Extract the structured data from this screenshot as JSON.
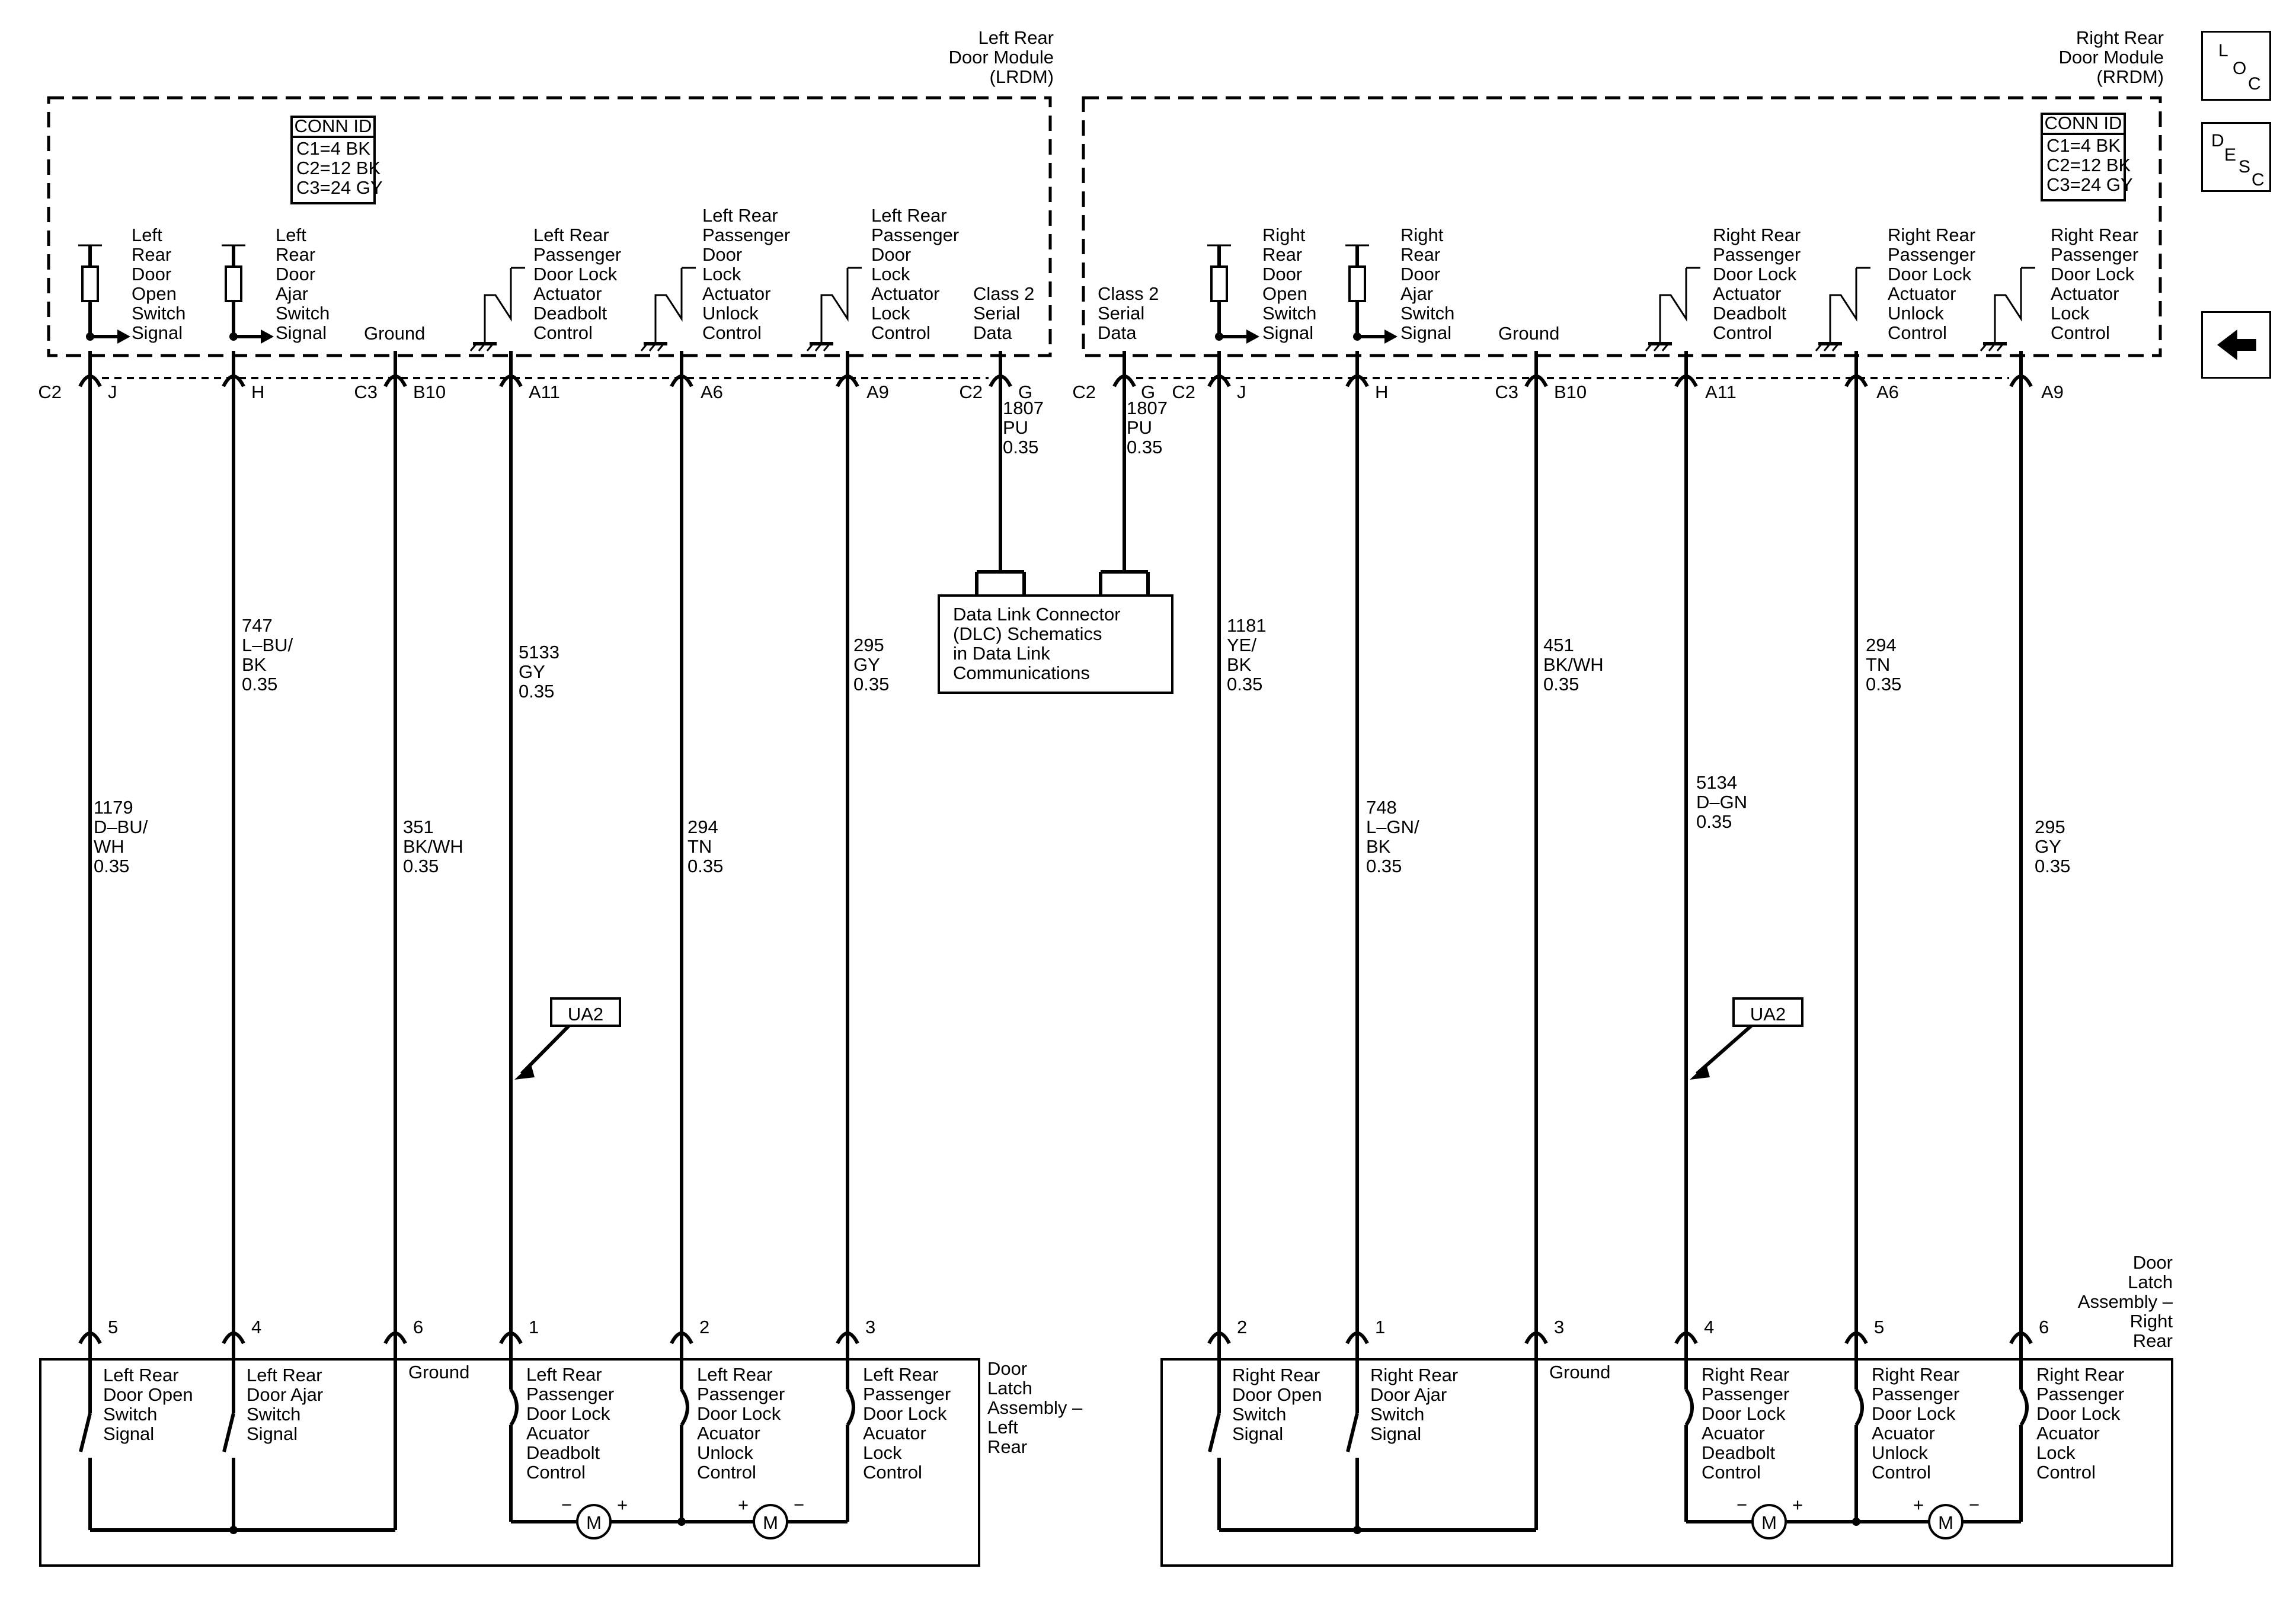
{
  "modules": {
    "left": {
      "name": [
        "Left Rear",
        "Door Module",
        "(LRDM)"
      ],
      "conn_id": {
        "title": "CONN ID",
        "rows": [
          "C1=4 BK",
          "C2=12 BK",
          "C3=24 GY"
        ]
      },
      "signals": {
        "door_open": [
          "Left",
          "Rear",
          "Door",
          "Open",
          "Switch",
          "Signal"
        ],
        "door_ajar": [
          "Left",
          "Rear",
          "Door",
          "Ajar",
          "Switch",
          "Signal"
        ],
        "ground": "Ground",
        "deadbolt": [
          "Left Rear",
          "Passenger",
          "Door Lock",
          "Actuator",
          "Deadbolt",
          "Control"
        ],
        "unlock": [
          "Left Rear",
          "Passenger",
          "Door",
          "Lock",
          "Actuator",
          "Unlock",
          "Control"
        ],
        "lock": [
          "Left Rear",
          "Passenger",
          "Door",
          "Lock",
          "Actuator",
          "Lock",
          "Control"
        ],
        "class2": [
          "Class 2",
          "Serial",
          "Data"
        ]
      },
      "pins": {
        "c2": "C2",
        "j": "J",
        "h": "H",
        "c3": "C3",
        "b10": "B10",
        "a11": "A11",
        "a6": "A6",
        "a9": "A9",
        "c2_data": "C2",
        "g": "G"
      },
      "wires": {
        "door_open": [
          "1179",
          "D–BU/",
          "WH",
          "0.35"
        ],
        "door_ajar": [
          "747",
          "L–BU/",
          "BK",
          "0.35"
        ],
        "ground": [
          "351",
          "BK/WH",
          "0.35"
        ],
        "deadbolt": [
          "5133",
          "GY",
          "0.35"
        ],
        "unlock": [
          "294",
          "TN",
          "0.35"
        ],
        "lock": [
          "295",
          "GY",
          "0.35"
        ],
        "class2": [
          "1807",
          "PU",
          "0.35"
        ]
      },
      "option": "UA2"
    },
    "right": {
      "name": [
        "Right Rear",
        "Door Module",
        "(RRDM)"
      ],
      "conn_id": {
        "title": "CONN ID",
        "rows": [
          "C1=4 BK",
          "C2=12 BK",
          "C3=24 GY"
        ]
      },
      "signals": {
        "class2": [
          "Class 2",
          "Serial",
          "Data"
        ],
        "door_open": [
          "Right",
          "Rear",
          "Door",
          "Open",
          "Switch",
          "Signal"
        ],
        "door_ajar": [
          "Right",
          "Rear",
          "Door",
          "Ajar",
          "Switch",
          "Signal"
        ],
        "ground": "Ground",
        "deadbolt": [
          "Right Rear",
          "Passenger",
          "Door Lock",
          "Actuator",
          "Deadbolt",
          "Control"
        ],
        "unlock": [
          "Right Rear",
          "Passenger",
          "Door Lock",
          "Actuator",
          "Unlock",
          "Control"
        ],
        "lock": [
          "Right Rear",
          "Passenger",
          "Door Lock",
          "Actuator",
          "Lock",
          "Control"
        ]
      },
      "pins": {
        "c2_data": "C2",
        "g": "G",
        "c2": "C2",
        "j": "J",
        "h": "H",
        "c3": "C3",
        "b10": "B10",
        "a11": "A11",
        "a6": "A6",
        "a9": "A9"
      },
      "wires": {
        "class2": [
          "1807",
          "PU",
          "0.35"
        ],
        "door_open": [
          "1181",
          "YE/",
          "BK",
          "0.35"
        ],
        "door_ajar": [
          "748",
          "L–GN/",
          "BK",
          "0.35"
        ],
        "ground": [
          "451",
          "BK/WH",
          "0.35"
        ],
        "deadbolt": [
          "5134",
          "D–GN",
          "0.35"
        ],
        "unlock": [
          "294",
          "TN",
          "0.35"
        ],
        "lock": [
          "295",
          "GY",
          "0.35"
        ]
      },
      "option": "UA2"
    }
  },
  "dlc": [
    "Data Link Connector",
    "(DLC) Schematics",
    "in Data Link",
    "Communications"
  ],
  "latches": {
    "left": {
      "name": [
        "Door",
        "Latch",
        "Assembly –",
        "Left",
        "Rear"
      ],
      "terminals": [
        "5",
        "4",
        "6",
        "1",
        "2",
        "3"
      ],
      "labels": {
        "door_open": [
          "Left Rear",
          "Door Open",
          "Switch",
          "Signal"
        ],
        "door_ajar": [
          "Left Rear",
          "Door Ajar",
          "Switch",
          "Signal"
        ],
        "ground": "Ground",
        "deadbolt": [
          "Left Rear",
          "Passenger",
          "Door Lock",
          "Acuator",
          "Deadbolt",
          "Control"
        ],
        "unlock": [
          "Left Rear",
          "Passenger",
          "Door Lock",
          "Acuator",
          "Unlock",
          "Control"
        ],
        "lock": [
          "Left Rear",
          "Passenger",
          "Door Lock",
          "Acuator",
          "Lock",
          "Control"
        ]
      }
    },
    "right": {
      "name": [
        "Door",
        "Latch",
        "Assembly –",
        "Right",
        "Rear"
      ],
      "terminals": [
        "2",
        "1",
        "3",
        "4",
        "5",
        "6"
      ],
      "labels": {
        "door_open": [
          "Right Rear",
          "Door Open",
          "Switch",
          "Signal"
        ],
        "door_ajar": [
          "Right Rear",
          "Door Ajar",
          "Switch",
          "Signal"
        ],
        "ground": "Ground",
        "deadbolt": [
          "Right Rear",
          "Passenger",
          "Door Lock",
          "Acuator",
          "Deadbolt",
          "Control"
        ],
        "unlock": [
          "Right Rear",
          "Passenger",
          "Door Lock",
          "Acuator",
          "Unlock",
          "Control"
        ],
        "lock": [
          "Right Rear",
          "Passenger",
          "Door Lock",
          "Acuator",
          "Lock",
          "Control"
        ]
      }
    }
  },
  "motor": {
    "symbol": "M",
    "minus": "−",
    "plus": "+"
  },
  "nav": {
    "loc": {
      "letters": [
        "L",
        "O",
        "C"
      ]
    },
    "desc": {
      "letters": [
        "D",
        "E",
        "S",
        "C"
      ]
    },
    "back_icon": "left-arrow-icon"
  }
}
